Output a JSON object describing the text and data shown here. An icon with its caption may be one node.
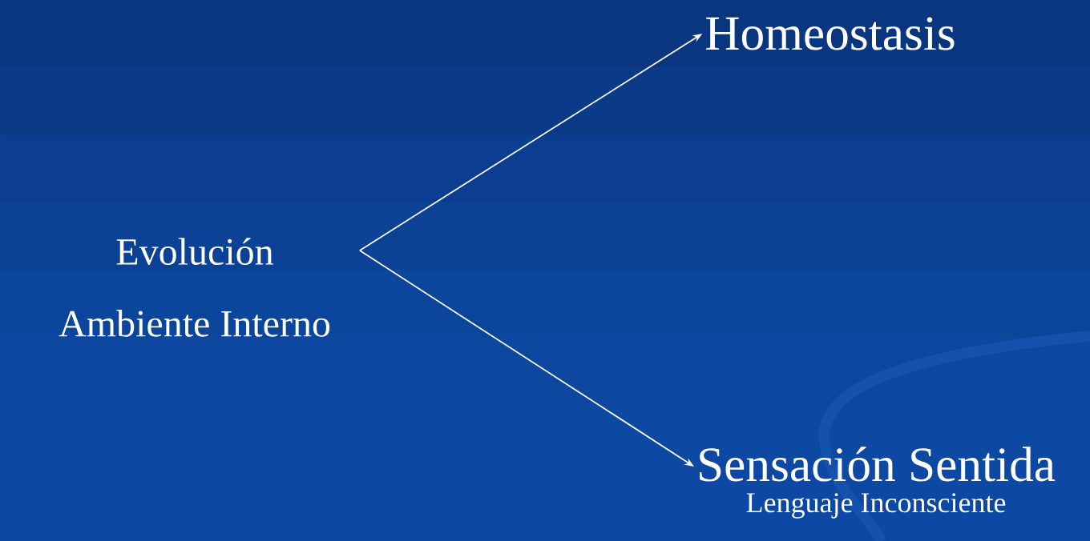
{
  "diagram": {
    "nodes": [
      {
        "text": [
          "Evolución",
          "Ambiente Interno"
        ]
      },
      {
        "text": [
          "Homeostasis"
        ]
      },
      {
        "text": [
          "Sensación Sentida",
          "Lenguaje Inconsciente"
        ]
      }
    ],
    "edges": [
      {
        "from": 0,
        "to": 1,
        "arrow": "to"
      },
      {
        "from": 0,
        "to": 2,
        "arrow": "to"
      }
    ]
  }
}
